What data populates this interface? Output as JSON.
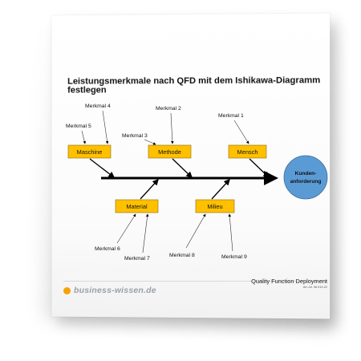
{
  "title": "Leistungsmerkmale nach QFD mit dem Ishikawa-Diagramm festlegen",
  "head": {
    "label": "Kunden-\nanforderung",
    "color": "#5b9bd5"
  },
  "box_color": "#ffc000",
  "categories_top": [
    {
      "label": "Maschine"
    },
    {
      "label": "Methode"
    },
    {
      "label": "Mensch"
    }
  ],
  "categories_bottom": [
    {
      "label": "Material"
    },
    {
      "label": "Milieu"
    }
  ],
  "merkmale": [
    "Merkmal 1",
    "Merkmal 2",
    "Merkmal 3",
    "Merkmal 4",
    "Merkmal 5",
    "Merkmal 6",
    "Merkmal 7",
    "Merkmal 8",
    "Merkmal 9"
  ],
  "footer": {
    "brand": "business-wissen.de",
    "doc_title": "Quality Function Deployment",
    "art_nr": "Art.-Nr. 96.019-22"
  }
}
